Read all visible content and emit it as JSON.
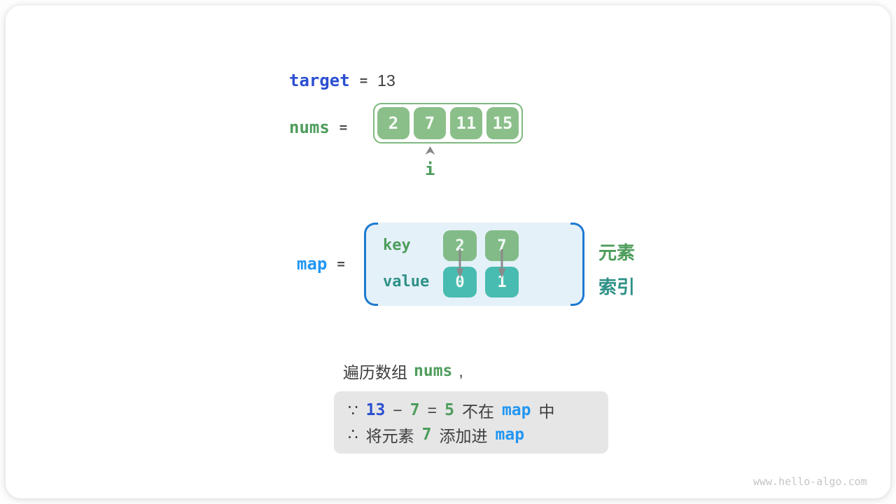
{
  "colors": {
    "royal_blue": "#2b4fd0",
    "azure_blue": "#2196f3",
    "text_green": "#4e9d5c",
    "text_teal": "#2e9187",
    "box_green": "#8bbf8a",
    "box_teal": "#48bcb1",
    "map_bg": "#e4f1f9",
    "map_bracket_blue": "#1d7ad2",
    "note_bg": "#e6e6e6",
    "dark_text": "#3e3e3e"
  },
  "target_line": {
    "keyword": "target",
    "equals": "=",
    "value": "13"
  },
  "nums_line": {
    "keyword": "nums",
    "equals": "="
  },
  "nums_array": {
    "values": [
      "2",
      "7",
      "11",
      "15"
    ],
    "pointer_label": "i",
    "pointer_index": 1
  },
  "map_section": {
    "keyword": "map",
    "equals": "=",
    "key_label": "key",
    "value_label": "value",
    "entries": [
      {
        "key": "2",
        "value": "0"
      },
      {
        "key": "7",
        "value": "1"
      }
    ],
    "right_labels": {
      "element": "元素",
      "index": "索引"
    }
  },
  "caption": {
    "prefix": "遍历数组",
    "keyword": "nums",
    "suffix": ","
  },
  "note_box": {
    "line1": [
      {
        "t": "∵",
        "c": "dark"
      },
      {
        "t": "13",
        "c": "blue"
      },
      {
        "t": "−",
        "c": "dark"
      },
      {
        "t": "7",
        "c": "green"
      },
      {
        "t": "=",
        "c": "dark"
      },
      {
        "t": "5",
        "c": "green"
      },
      {
        "t": "不在",
        "c": "dark"
      },
      {
        "t": "map",
        "c": "azure"
      },
      {
        "t": "中",
        "c": "dark"
      }
    ],
    "line2": [
      {
        "t": "∴",
        "c": "dark"
      },
      {
        "t": "将元素",
        "c": "dark"
      },
      {
        "t": "7",
        "c": "green"
      },
      {
        "t": "添加进",
        "c": "dark"
      },
      {
        "t": "map",
        "c": "azure"
      }
    ]
  },
  "page": {
    "watermark": "www.hello-algo.com"
  }
}
